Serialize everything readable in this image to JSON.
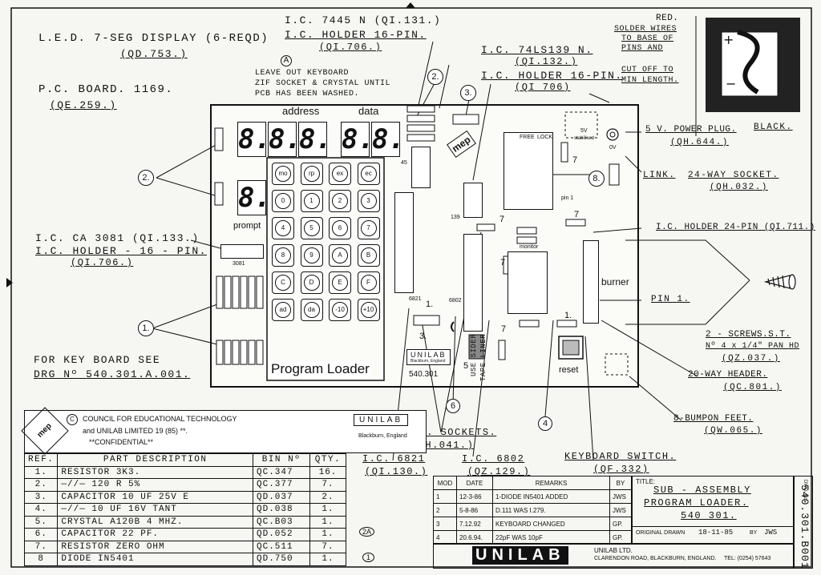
{
  "labels": {
    "led_display": "L.E.D. 7-SEG DISPLAY (6-REQD)",
    "led_display_code": "(QD.753.)",
    "ic_7445": "I.C. 7445 N (QI.131.)",
    "ic_holder_16_top": "I.C. HOLDER 16-PIN.",
    "ic_holder_16_top_code": "(QI.706.)",
    "note_a_mark": "A",
    "note_line1": "LEAVE OUT KEYBOARD",
    "note_line2": "ZIF SOCKET & CRYSTAL UNTIL",
    "note_line3": "PCB HAS BEEN WASHED.",
    "pcb": "P.C. BOARD. 1169.",
    "pcb_code": "(QE.259.)",
    "ic_74ls139": "I.C. 74LS139 N.",
    "ic_74ls139_code": "(QI.132.)",
    "ic_holder_16_right": "I.C. HOLDER 16-PIN.",
    "ic_holder_16_right_code": "(QI 706)",
    "solder_red": "RED.",
    "solder_line1": "SOLDER WIRES",
    "solder_line2": "TO BASE OF",
    "solder_line3": "PINS AND",
    "cut_line1": "CUT OFF TO",
    "cut_line2": "MIN LENGTH.",
    "black": "BLACK.",
    "power_plug": "5 V. POWER PLUG.",
    "power_plug_code": "(QH.644.)",
    "link": "LINK.",
    "socket_24": "24-WAY SOCKET.",
    "socket_24_code": "(QH.032.)",
    "ic_ca3081": "I.C. CA 3081 (QI.133.)",
    "ic_holder_16_left": "I.C. HOLDER - 16 - PIN.",
    "ic_holder_16_left_code": "(QI.706.)",
    "ic_holder_24": "I.C. HOLDER 24-PIN (QI.711.)",
    "pin1": "PIN 1.",
    "screws": "2 - SCREWS.S.T.",
    "screws_spec": "Nº 4 x 1/4\" PAN HD",
    "screws_code": "(QZ.037.)",
    "keyboard_note1": "FOR KEY BOARD SEE",
    "keyboard_note2": "DRG Nº 540.301.A.001.",
    "header_20": "20-WAY HEADER.",
    "header_20_code": "(QC.801.)",
    "bumpon": "8-BUMPON FEET.",
    "bumpon_code": "(QW.065.)",
    "ic_sockets": "2- I.C. SOCKETS.",
    "ic_sockets_code": "(QH.041.)",
    "ic_6821": "I.C. 6821",
    "ic_6821_code": "(QI.130.)",
    "ic_6802": "I.C. 6802",
    "ic_6802_code": "(QZ.129.)",
    "keyboard_switch": "KEYBOARD SWITCH.",
    "keyboard_switch_code": "(QF.332)",
    "use_sider": "USE SIDER",
    "tape_liner": "TAPE LINER",
    "balloon_1": "1.",
    "balloon_2": "2.",
    "balloon_3": "3.",
    "balloon_4": "4",
    "balloon_5": "5",
    "balloon_6": "6",
    "balloon_7": "7",
    "balloon_8": "8."
  },
  "board": {
    "address": "address",
    "data": "data",
    "prompt": "prompt",
    "program_loader": "Program Loader",
    "burner": "burner",
    "monitor": "monitor",
    "reset": "reset",
    "vstab": "5V",
    "stabilised": "stabilised",
    "zero_v": "0V",
    "pin1": "pin 1",
    "chip_3081": "3081",
    "chip_6821": "6821",
    "chip_6802": "6802",
    "chip_139": "139",
    "chip_45": "45",
    "zif_free": "FREE",
    "zif_lock": "LOCK",
    "unilab_badge": "UNILAB",
    "unilab_badge_sub": "Blackburn, England",
    "badge_number": "540.301",
    "mep": "mep",
    "segments": [
      "8.",
      "8.",
      "8.",
      "8.",
      "8.",
      "8."
    ],
    "keys": [
      "mo",
      "rp",
      "ex",
      "ec",
      "0",
      "1",
      "2",
      "3",
      "4",
      "5",
      "6",
      "7",
      "8",
      "9",
      "A",
      "B",
      "C",
      "D",
      "E",
      "F",
      "ad",
      "da",
      "-10",
      "+10"
    ]
  },
  "council": {
    "copyright": "C",
    "line1": "COUNCIL FOR EDUCATIONAL TECHNOLOGY",
    "line2": "and UNILAB LIMITED 19 (85) **.",
    "confidential": "**CONFIDENTIAL**",
    "unilab": "UNILAB",
    "unilab_sub": "Blackburn, England",
    "mep": "mep"
  },
  "parts_table": {
    "headers": [
      "REF.",
      "PART DESCRIPTION",
      "BIN Nº",
      "QTY."
    ],
    "rows": [
      [
        "1.",
        "RESISTOR 3K3.",
        "QC.347",
        "16."
      ],
      [
        "2.",
        "—//— 120 R 5%",
        "QC.377",
        "7."
      ],
      [
        "3.",
        "CAPACITOR 10 UF 25V E",
        "QD.037",
        "2."
      ],
      [
        "4.",
        "—//— 10 UF 16V TANT",
        "QD.038",
        "1."
      ],
      [
        "5.",
        "CRYSTAL A120B 4 MHZ.",
        "QC.B03",
        "1."
      ],
      [
        "6.",
        "CAPACITOR 22 PF.",
        "QD.052",
        "1."
      ],
      [
        "7.",
        "RESISTOR ZERO OHM",
        "QC.511",
        "7."
      ],
      [
        "8",
        "DIODE IN5401",
        "QD.750",
        "1."
      ]
    ]
  },
  "revisions": {
    "headers": [
      "MOD",
      "DATE",
      "REMARKS",
      "BY"
    ],
    "rows": [
      [
        "1",
        "12-3-86",
        "1-DIODE IN5401 ADDED",
        "JWS"
      ],
      [
        "2",
        "5-8-86",
        "D.111 WAS I.279.",
        "JWS"
      ],
      [
        "3",
        "7.12.92",
        "KEYBOARD CHANGED",
        "GP."
      ],
      [
        "4",
        "20.6.94.",
        "22pF WAS 10pF",
        "GP."
      ]
    ]
  },
  "title_block": {
    "title_label": "TITLE:",
    "title1": "SUB - ASSEMBLY",
    "title2": "PROGRAM LOADER.",
    "title3": "540 301.",
    "original_drawn": "ORIGINAL DRAWN",
    "drawn_date": "18-11-85",
    "by": "BY",
    "by_value": "JWS",
    "company": "UNILAB",
    "company_suffix": "UNILAB LTD.",
    "address": "CLARENDON ROAD, BLACKBURN, ENGLAND.",
    "tel": "TEL: (0254) 57643",
    "dwg_no_label": "DWG. No.",
    "dwg_no": "540.301.B001",
    "margin_marks": "2A",
    "margin_mark2": "1"
  }
}
